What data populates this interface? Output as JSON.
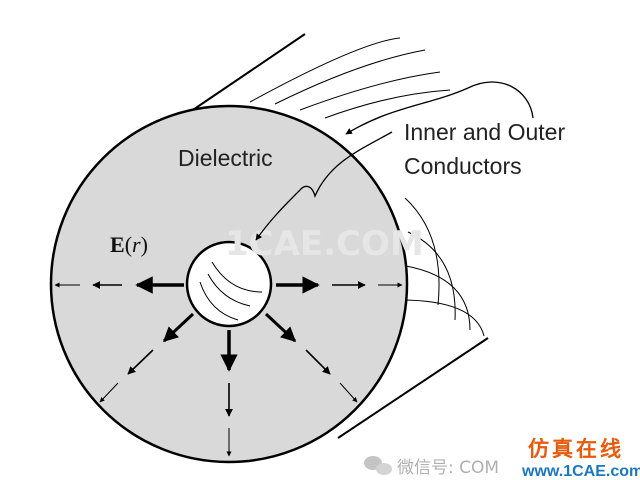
{
  "labels": {
    "dielectric": "Dielectric",
    "conductors_line1": "Inner and Outer",
    "conductors_line2": "Conductors",
    "field_bold": "E",
    "field_paren_open": "(",
    "field_var": "r",
    "field_paren_close": ")"
  },
  "watermark": {
    "center": "1CAE.COM",
    "wechat": "微信号: COM",
    "brand_cn": "仿真在线",
    "brand_url": "www.1CAE.com"
  },
  "colors": {
    "dielectric_fill": "#d9d9d9",
    "stroke": "#000000",
    "brand_orange": "#e85a0c",
    "brand_blue": "#1a78c2"
  },
  "icons": {
    "wechat": "wechat-icon"
  }
}
